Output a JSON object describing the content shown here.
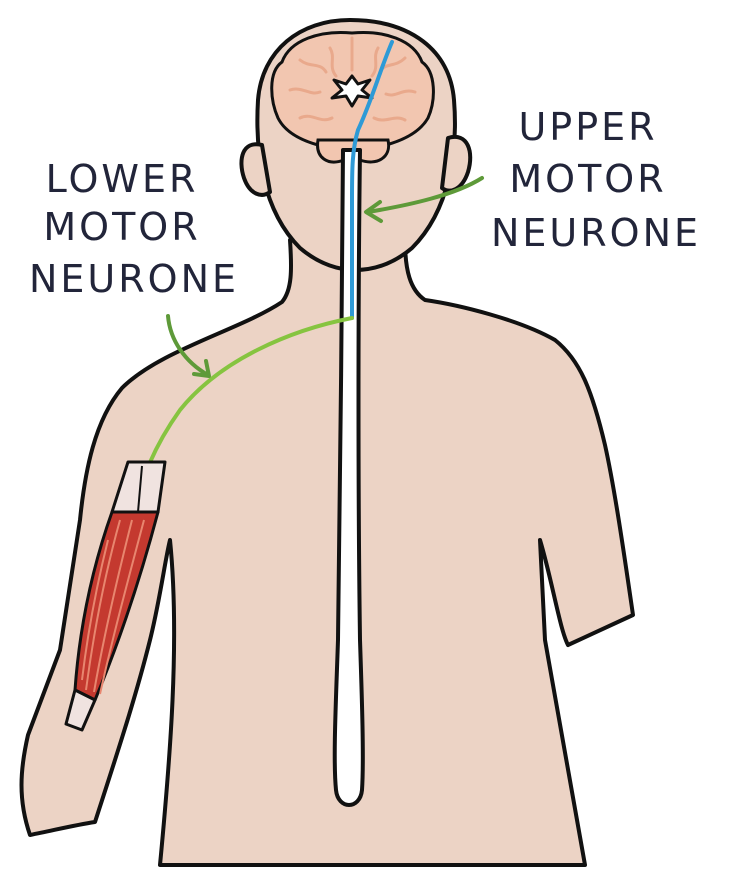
{
  "labels": {
    "lower": [
      "LOWER",
      "MOTOR",
      "NEURONE"
    ],
    "upper": [
      "UPPER",
      "MOTOR",
      "NEURONE"
    ]
  },
  "colors": {
    "skin": "#ecd3c5",
    "outline": "#111111",
    "brain": "#f2c6b0",
    "brain_fold": "#e9a98c",
    "upper_motor_neurone": "#2e9ad6",
    "lower_motor_neurone": "#86c440",
    "arrow": "#5e9a39",
    "muscle": "#c4392f",
    "muscle_stripe": "#e8866f",
    "tendon": "#f0e3e0",
    "text": "#22253a"
  }
}
